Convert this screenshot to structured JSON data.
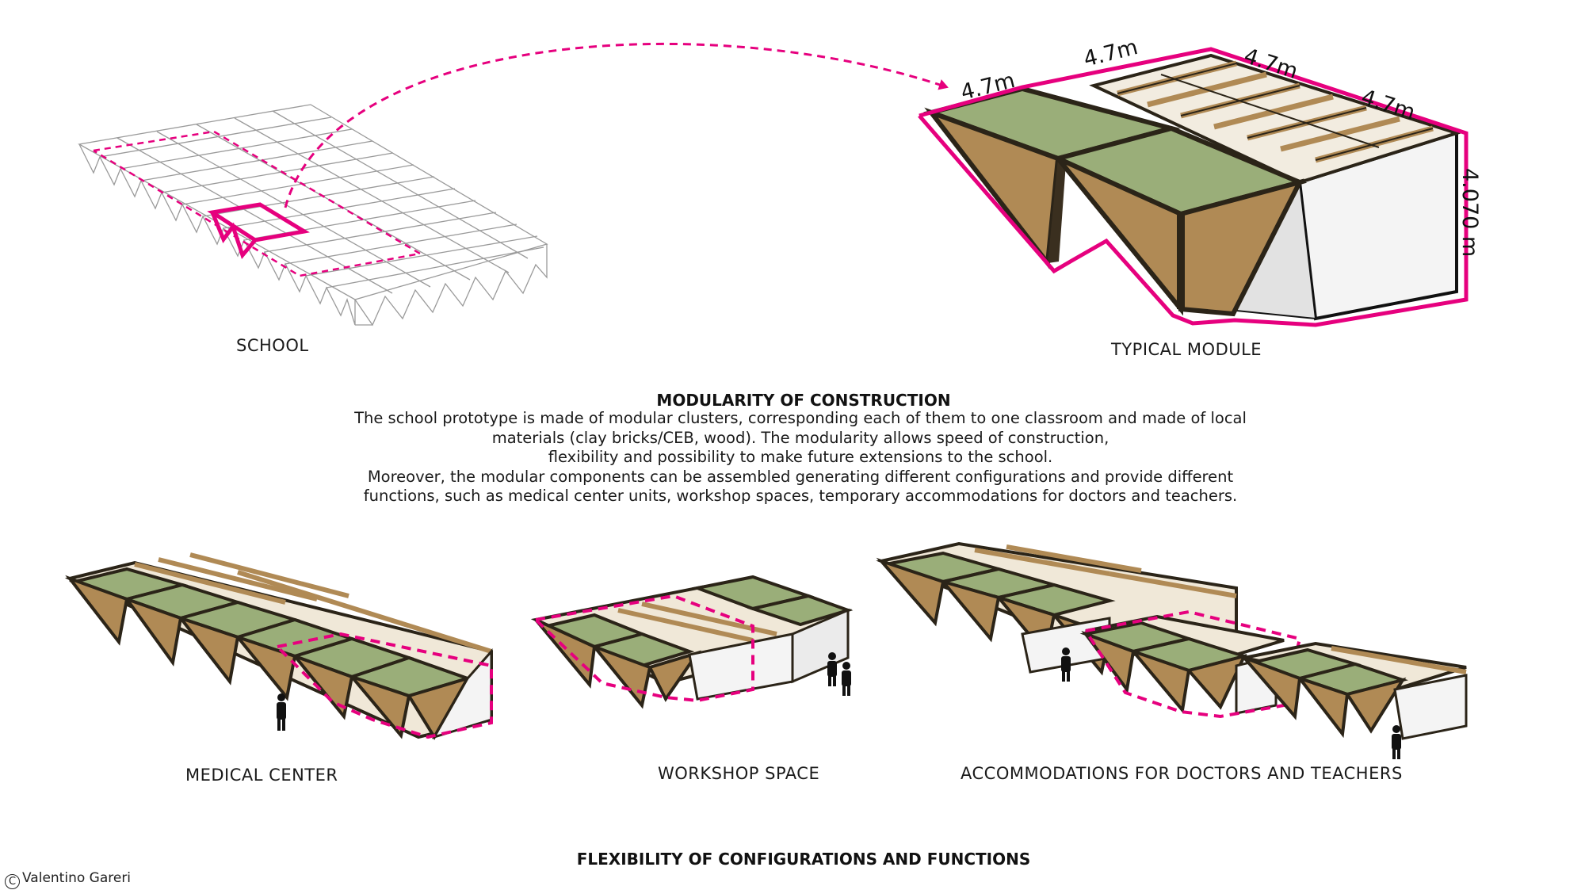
{
  "labels": {
    "school": "SCHOOL",
    "typical_module": "TYPICAL MODULE",
    "medical_center": "MEDICAL CENTER",
    "workshop_space": "WORKSHOP SPACE",
    "accommodations": "ACCOMMODATIONS FOR DOCTORS AND TEACHERS"
  },
  "dimensions": {
    "d1": "4.7m",
    "d2": "4.7m",
    "d3": "4.7m",
    "d4": "4.7m",
    "height": "4.070 m"
  },
  "modularity": {
    "title": "MODULARITY OF CONSTRUCTION",
    "lines": [
      "The school prototype is made of modular clusters, corresponding each of them to one classroom and made of local",
      "materials (clay bricks/CEB, wood). The modularity allows speed of construction,",
      "flexibility and possibility to make future extensions to the school.",
      "Moreover, the modular components can be assembled generating different configurations and provide different",
      "functions, such as medical center units, workshop spaces, temporary accommodations for doctors and teachers."
    ]
  },
  "flexibility_title": "FLEXIBILITY OF CONFIGURATIONS AND FUNCTIONS",
  "credit": "Valentino Gareri",
  "colors": {
    "accent_magenta": "#e6007e",
    "roof_green": "#9aae79",
    "wood": "#b08a55",
    "frame_dark": "#2b2418",
    "wall_white": "#f4f4f4"
  }
}
